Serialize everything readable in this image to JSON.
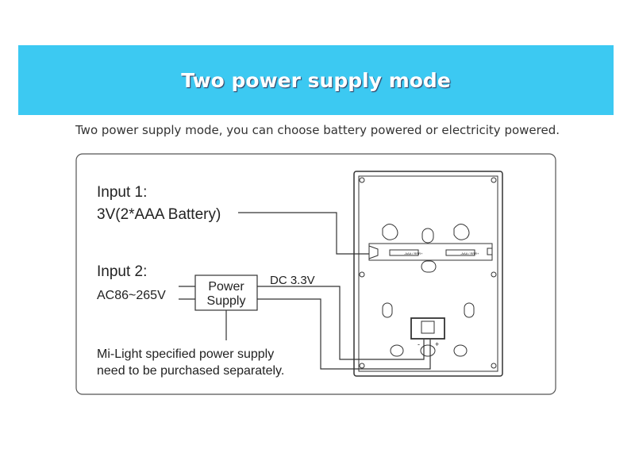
{
  "header": {
    "title": "Two power supply mode"
  },
  "subtitle": "Two power supply mode, you can choose battery powered or electricity powered.",
  "diagram": {
    "input1_label": "Input 1:",
    "input1_value": "3V(2*AAA Battery)",
    "input2_label": "Input 2:",
    "input2_value": "AC86~265V",
    "power_supply_line1": "Power",
    "power_supply_line2": "Supply",
    "output_voltage": "DC 3.3V",
    "note_line1": "Mi-Light specified power supply",
    "note_line2": "need to be purchased separately.",
    "battery_slot_label": "-AAA / RRR+",
    "minus": "-",
    "plus": "+"
  },
  "colors": {
    "banner": "#3cc9f2"
  }
}
